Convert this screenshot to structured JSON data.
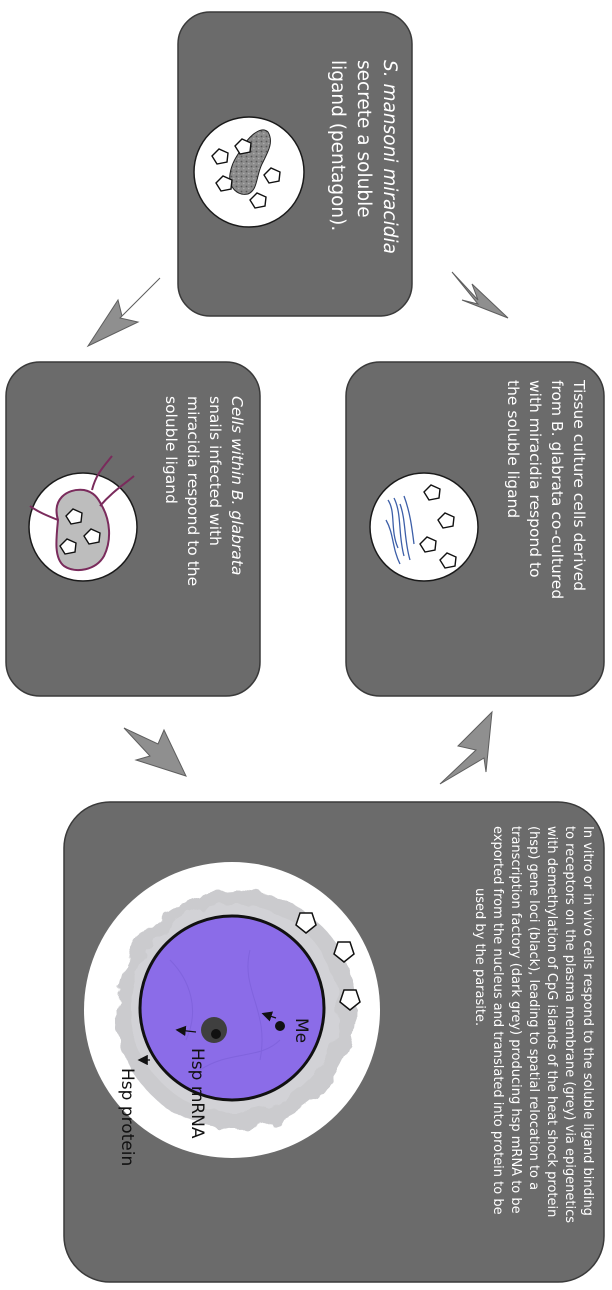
{
  "boxes": {
    "top": {
      "lines": [
        "S. mansoni miracidia",
        "secrete a soluble",
        "ligand (pentagon)."
      ],
      "italic_lead": "S. mansoni"
    },
    "left": {
      "lines": [
        "Cells within B. glabrata",
        "snails infected with",
        "miracidia respond to the",
        "soluble ligand"
      ],
      "italic_lead": "Cells within B. glabrata"
    },
    "right": {
      "lines": [
        "Tissue culture cells derived",
        "from B. glabrata co-cultured",
        "with miracidia respond to",
        "the soluble ligand"
      ]
    },
    "bottom": {
      "lines": [
        "In vitro or in vivo cells respond to the soluble ligand binding",
        "to receptors on the plasma membrane (grey) via epigenetics",
        "with demethylation of CpG islands of the heat shock protein",
        "(hsp) gene loci (black), leading to spatial relocation to a",
        "transcription factory (dark grey) producing hsp mRNA to be",
        "exported from the nucleus and translated into protein to be",
        "used by the parasite."
      ]
    }
  },
  "cell_labels": {
    "me": "Me",
    "mrna": "Hsp mRNA",
    "protein": "Hsp protein"
  },
  "colors": {
    "box_fill": "#6b6b6b",
    "box_stroke": "#3a3a3a",
    "arrow_fill": "#8f8f8f",
    "nucleus": "#8b6ce8",
    "membrane": "#c9c9cc",
    "tissue_line": "#3d5fa8",
    "snail_line": "#7a2b5c"
  },
  "icons": [
    "snail-miracidium-icon",
    "pentagon-ligand-icon",
    "tissue-culture-icon",
    "infected-snail-cell-icon",
    "cell-nucleus-icon"
  ]
}
